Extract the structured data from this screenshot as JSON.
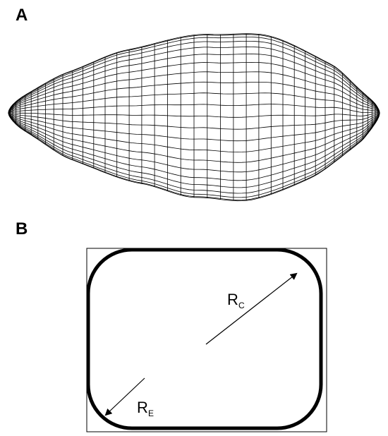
{
  "panels": {
    "a": {
      "label": "A"
    },
    "b": {
      "label": "B",
      "rc": {
        "main": "R",
        "sub": "C"
      },
      "re": {
        "main": "R",
        "sub": "E"
      }
    }
  },
  "colors": {
    "stroke": "#000000",
    "background": "#ffffff"
  }
}
